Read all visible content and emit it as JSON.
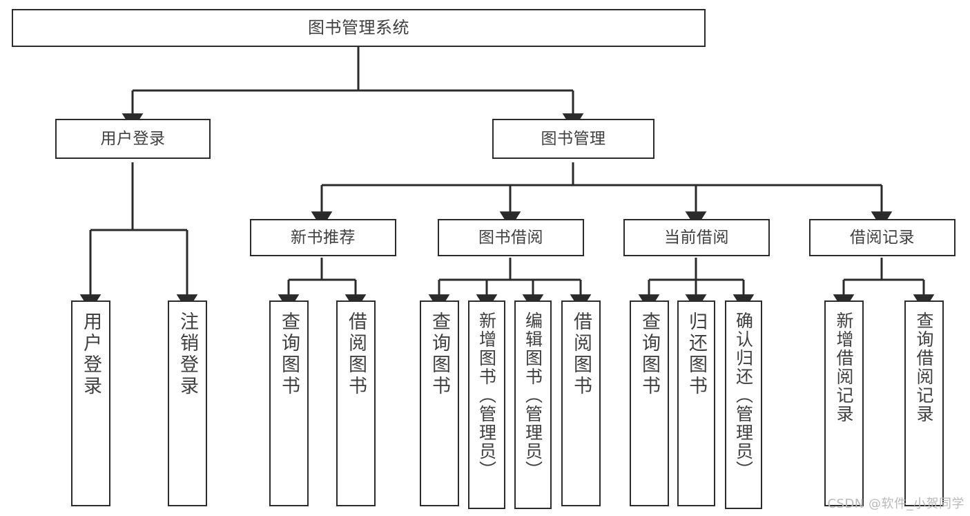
{
  "diagram": {
    "type": "tree",
    "title": "图书管理系统",
    "root": {
      "label": "图书管理系统"
    },
    "level2": [
      {
        "label": "用户登录"
      },
      {
        "label": "图书管理"
      }
    ],
    "level3": [
      {
        "label": "新书推荐"
      },
      {
        "label": "图书借阅"
      },
      {
        "label": "当前借阅"
      },
      {
        "label": "借阅记录"
      }
    ],
    "leaves": {
      "user_login": [
        {
          "label": "用户登录"
        },
        {
          "label": "注销登录"
        }
      ],
      "new_book_recommend": [
        {
          "label": "查询图书"
        },
        {
          "label": "借阅图书"
        }
      ],
      "book_borrow": [
        {
          "label": "查询图书"
        },
        {
          "label": "新增图书（管理员）"
        },
        {
          "label": "编辑图书（管理员）"
        },
        {
          "label": "借阅图书"
        }
      ],
      "current_borrow": [
        {
          "label": "查询图书"
        },
        {
          "label": "归还图书"
        },
        {
          "label": "确认归还（管理员）"
        }
      ],
      "borrow_record": [
        {
          "label": "新增借阅记录"
        },
        {
          "label": "查询借阅记录"
        }
      ]
    }
  },
  "watermark": {
    "text": "CSDN @软件_小贺同学"
  },
  "colors": {
    "box_border": "#2b2b2b",
    "box_fill": "#ffffff",
    "text": "#3f3f3f",
    "edge": "#2b2b2b",
    "watermark": "#b9b9b9",
    "background": "#ffffff"
  }
}
